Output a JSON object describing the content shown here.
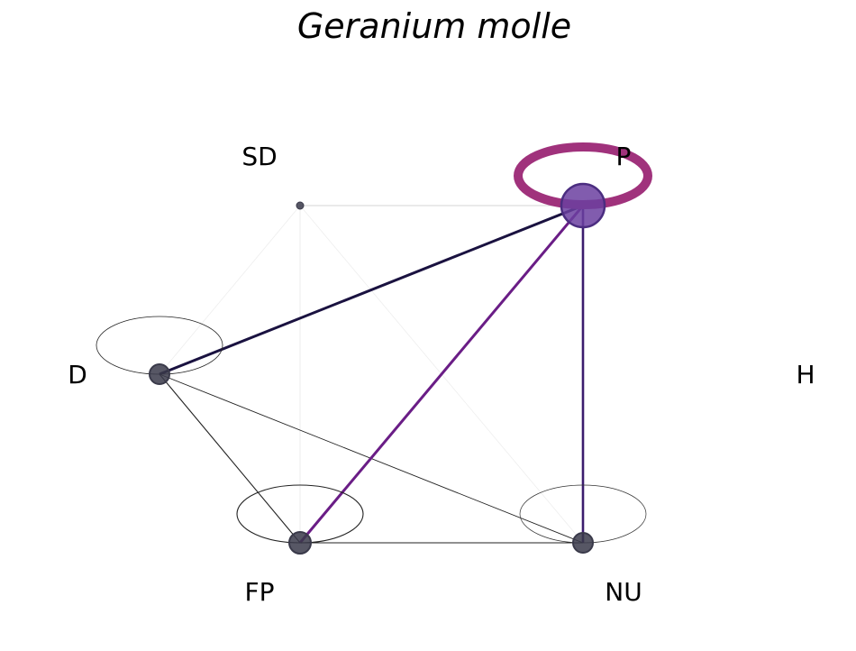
{
  "title": "Geranium molle",
  "nodes": [
    {
      "id": "SD",
      "label": "SD",
      "self_loop": false
    },
    {
      "id": "P",
      "label": "P",
      "self_loop": true
    },
    {
      "id": "D",
      "label": "D",
      "self_loop": true
    },
    {
      "id": "H",
      "label": "H",
      "self_loop": false
    },
    {
      "id": "FP",
      "label": "FP",
      "self_loop": true
    },
    {
      "id": "NU",
      "label": "NU",
      "self_loop": true
    }
  ],
  "edges": [
    {
      "from": "SD",
      "to": "P"
    },
    {
      "from": "SD",
      "to": "D"
    },
    {
      "from": "SD",
      "to": "FP"
    },
    {
      "from": "SD",
      "to": "NU"
    },
    {
      "from": "D",
      "to": "P"
    },
    {
      "from": "FP",
      "to": "P"
    },
    {
      "from": "NU",
      "to": "P"
    },
    {
      "from": "D",
      "to": "FP"
    },
    {
      "from": "D",
      "to": "NU"
    },
    {
      "from": "FP",
      "to": "NU"
    }
  ],
  "colors": {
    "dark_navy": "#1a1240",
    "purple": "#6a1d86",
    "indigo": "#3b1c6e",
    "magenta": "#a0327c",
    "node_gray": "#3a3a4a",
    "node_purple": "#6b3fa0",
    "light_gray": "#dddddd"
  }
}
